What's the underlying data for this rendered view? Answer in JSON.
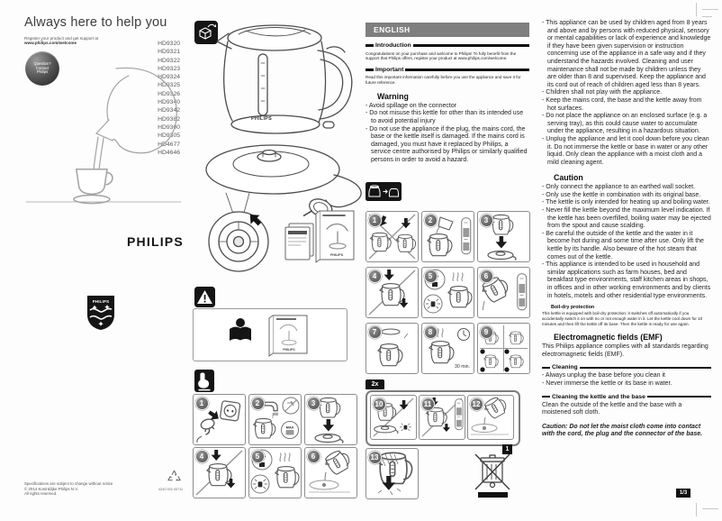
{
  "cover": {
    "tagline": "Always here to help you",
    "register_lines": [
      "Register your product and get support at",
      "www.philips.com/welcome"
    ],
    "contact_badge": [
      "Question?",
      "Contact",
      "Philips"
    ],
    "models": [
      "HD9320",
      "HD9321",
      "HD9322",
      "HD9323",
      "HD9324",
      "HD9325",
      "HD9326",
      "HD9340",
      "HD9342",
      "HD9382",
      "HD9300",
      "HD9305",
      "HD4677",
      "HD4646"
    ],
    "philips_wordmark": "PHILIPS",
    "shield_wordmark": "PHILIPS",
    "legal": [
      "Specifications are subject to change without notice",
      "© 2014 Koninklijke Philips N.V.",
      "All rights reserved."
    ],
    "doc_code": "4240 002 00711"
  },
  "product": {
    "kettle_brand": "PHILIPS",
    "booklet_brand": "PHILIPS"
  },
  "quickstart": {
    "panel_numbers": [
      "1",
      "2",
      "3",
      "4",
      "5",
      "6"
    ],
    "max_label": "MAX"
  },
  "steps": {
    "panel_numbers": [
      "1",
      "2",
      "3",
      "4",
      "5",
      "6",
      "7",
      "8",
      "9"
    ],
    "repeat_label": "2x",
    "repeat_panels": [
      "10",
      "11",
      "12"
    ],
    "single_panel": "13",
    "minutes_label": "30 min.",
    "weee_badge": "1"
  },
  "manual": {
    "language": "ENGLISH",
    "intro": {
      "heading": "Introduction",
      "body": "Congratulations on your purchase and welcome to Philips! To fully benefit from the support that Philips offers, register your product at www.philips.com/welcome."
    },
    "important": {
      "heading": "Important",
      "body": "Read this important information carefully before you use the appliance and save it for future reference."
    },
    "warning": {
      "heading": "Warning",
      "items": [
        "Avoid spillage on the connector",
        "Do not misuse this kettle for other than its intended use to avoid potential injury",
        "Do not use the appliance if the plug, the mains cord, the base or the kettle itself is damaged. If the mains cord is damaged, you must have it replaced by Philips, a service centre authorised by Philips or similarly qualified persons in order to avoid a hazard."
      ]
    },
    "safety_items": [
      "This appliance can be used by children aged from 8 years and above and by persons with reduced physical, sensory or mental capabilities or lack of experience and knowledge if they have been given supervision or instruction concerning use of the appliance in a safe way and if they understand the hazards involved. Cleaning and user maintenance shall not be made by children unless they are older than 8 and supervised. Keep the appliance and its cord out of reach of children aged less than 8 years.",
      "Children shall not play with the appliance.",
      "Keep the mains cord, the base and the kettle away from hot surfaces.",
      "Do not place the appliance on an enclosed surface (e.g. a serving tray), as this could cause water to accumulate under the appliance, resulting in a hazardous situation.",
      "Unplug the appliance and let it cool down before you clean it. Do not immerse the kettle or base in water or any other liquid. Only clean the appliance with a moist cloth and a mild cleaning agent."
    ],
    "caution": {
      "heading": "Caution",
      "items": [
        "Only connect the appliance to an earthed wall socket.",
        "Only use the kettle in combination with its original base.",
        "The kettle is only intended for heating up and boiling water.",
        "Never fill the kettle beyond the maximum level indication. If the kettle has been overfilled, boiling water may be ejected from the spout and cause scalding.",
        "Be careful the outside of the kettle and the water in it become hot during and some time after use. Only lift the kettle by its handle. Also beware of the hot steam that comes out of the kettle.",
        "This appliance is intended to be used in household and similar applications such as farm houses, bed and breakfast type environments, staff kitchen areas in shops, in offices and in other working environments and by clients in hotels, motels and other residential type environments."
      ]
    },
    "boil_dry": {
      "heading": "Boil-dry protection",
      "body": "This kettle is equipped with boil-dry protection: it switches off automatically if you accidentally switch it on with no or not enough water in it. Let the kettle cool down for 10 minutes and then lift the kettle off its base. Then the kettle is ready for use again."
    },
    "emf": {
      "heading": "Electromagnetic fields (EMF)",
      "body": "This Philips appliance complies with all standards regarding electromagnetic fields (EMF)."
    },
    "cleaning": {
      "heading": "Cleaning",
      "items": [
        "Always unplug the base before you clean it",
        "Never immerse the kettle or its base in water."
      ]
    },
    "cleaning_kettle": {
      "heading": "Cleaning the kettle and the base",
      "body": "Clean the outside of the kettle and the base with a moistened soft cloth."
    },
    "caution_note": "Caution: Do not let the moist cloth come into contact with the cord, the plug and the connector of the base.",
    "page_indicator": "1/3"
  },
  "colors": {
    "language_bar": "#7f7f7f",
    "ink": "#1a1a1a",
    "badge_gray": "#6b6b6b"
  }
}
